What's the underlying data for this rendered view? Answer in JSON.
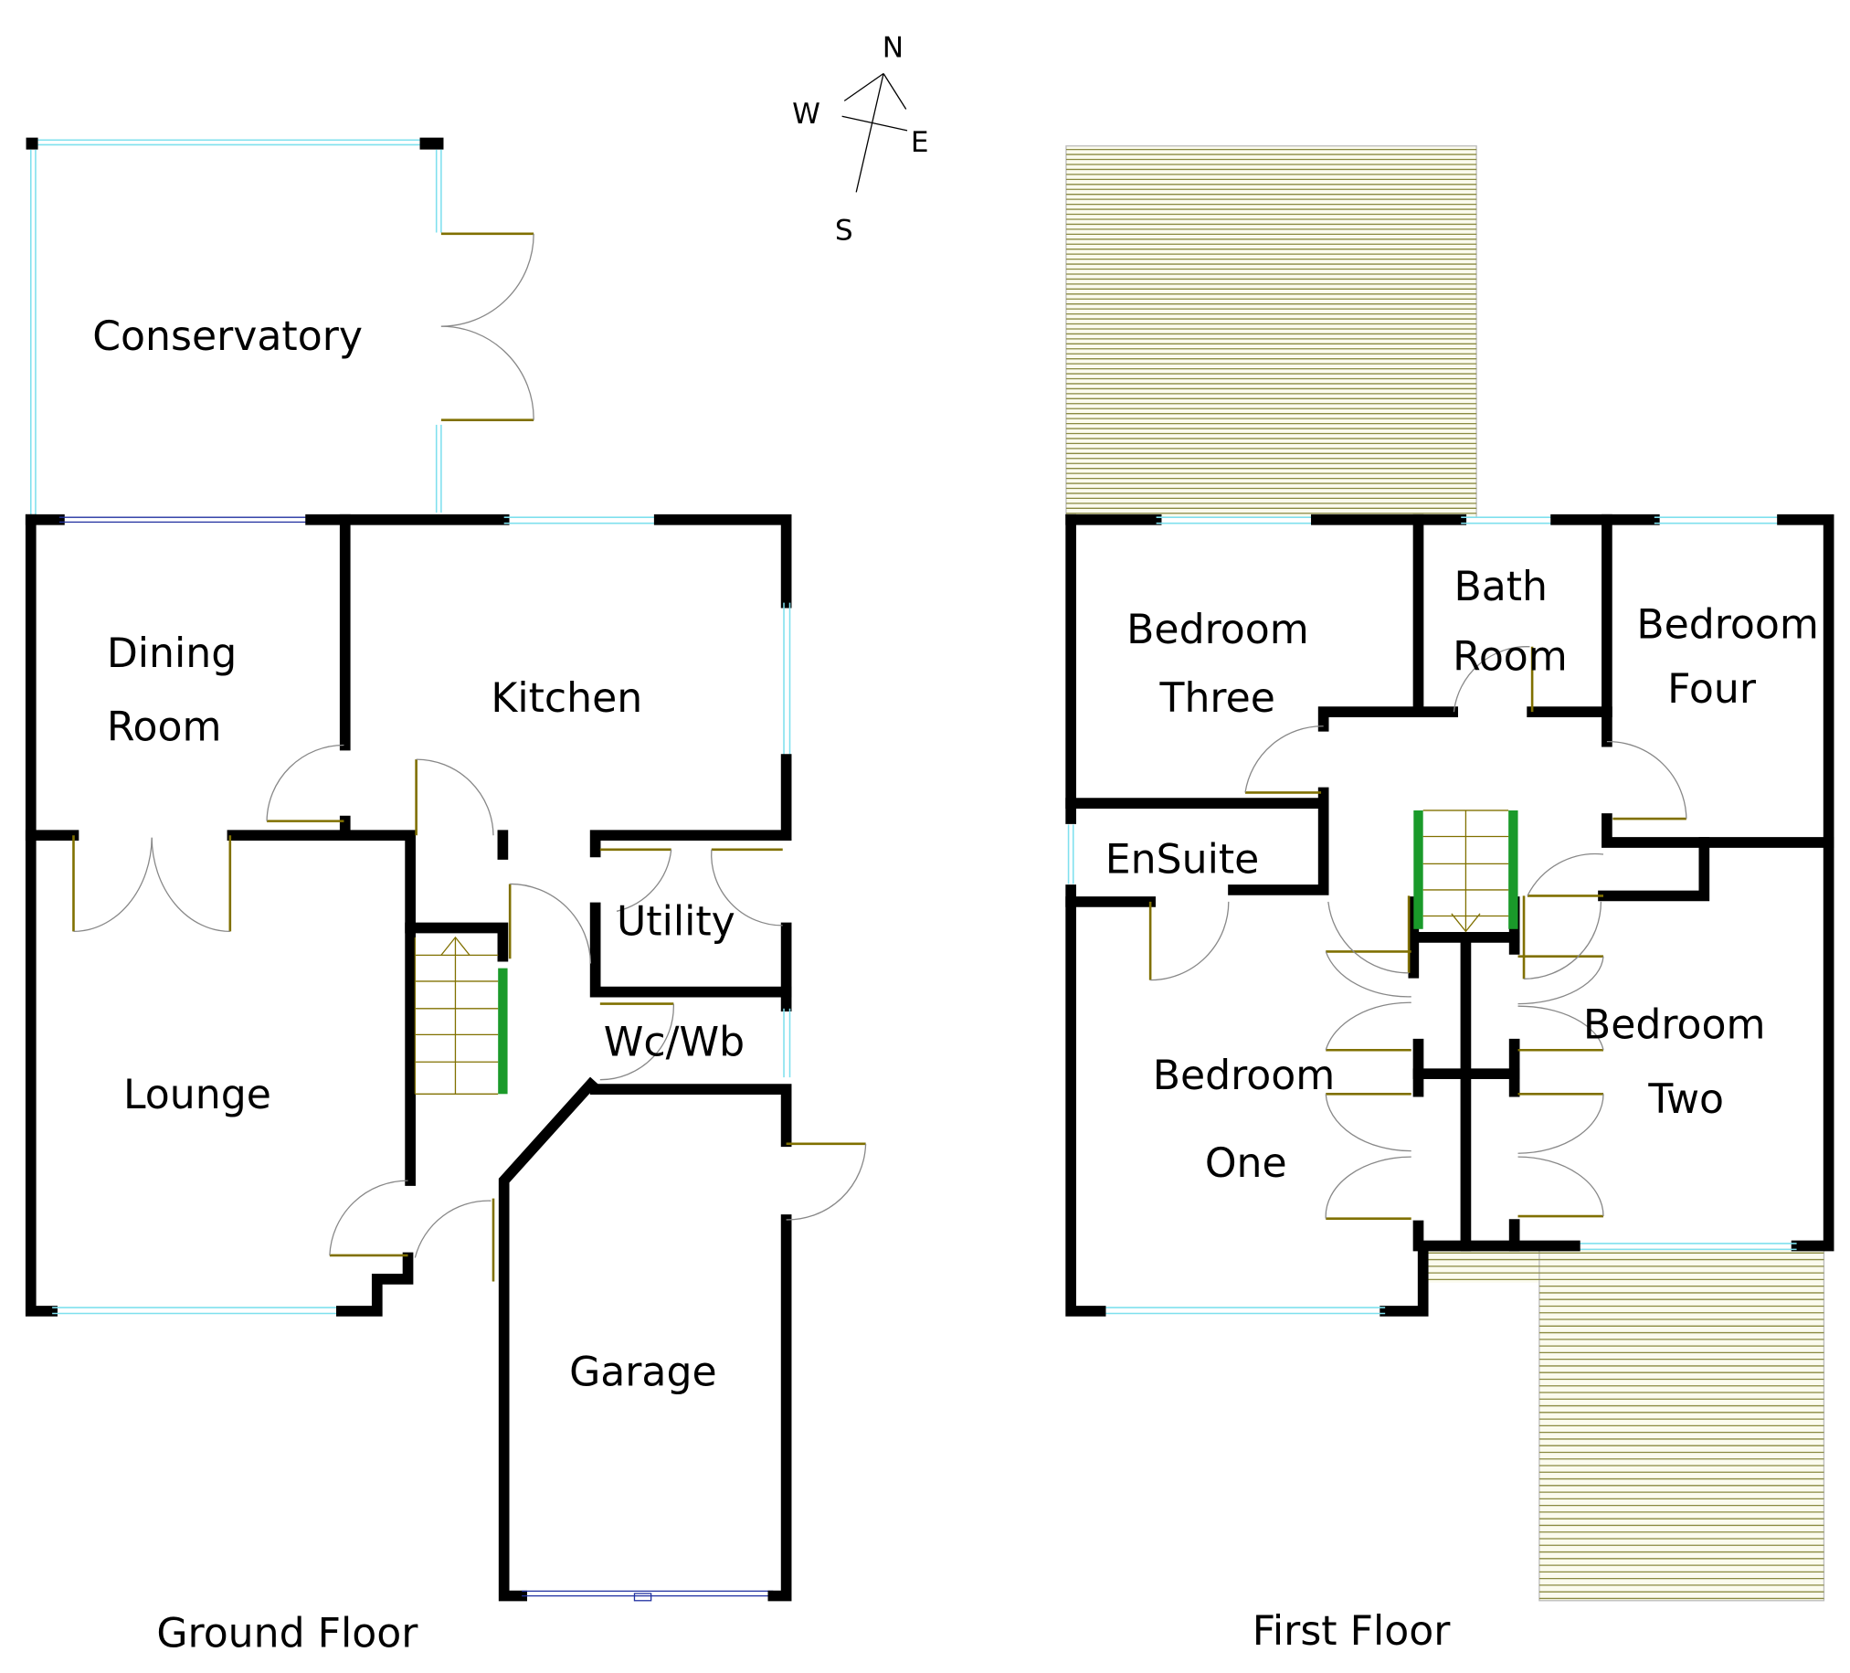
{
  "compass": {
    "north": "N",
    "south": "S",
    "east": "E",
    "west": "W"
  },
  "ground_floor": {
    "caption": "Ground Floor",
    "rooms": [
      {
        "name": "Conservatory"
      },
      {
        "name": "Dining",
        "name2": "Room"
      },
      {
        "name": "Kitchen"
      },
      {
        "name": "Utility"
      },
      {
        "name": "Wc/Wb"
      },
      {
        "name": "Lounge"
      },
      {
        "name": "Garage"
      }
    ]
  },
  "first_floor": {
    "caption": "First Floor",
    "rooms": [
      {
        "name": "Bedroom",
        "name2": "Three"
      },
      {
        "name": "Bath",
        "name2": "Room"
      },
      {
        "name": "Bedroom",
        "name2": "Four"
      },
      {
        "name": "EnSuite"
      },
      {
        "name": "Bedroom",
        "name2": "One"
      },
      {
        "name": "Bedroom",
        "name2": "Two"
      }
    ]
  },
  "colors": {
    "wall": "#000000",
    "window": "#7fe0ee",
    "door": "#807000",
    "stair_rail": "#1a9a2a"
  }
}
